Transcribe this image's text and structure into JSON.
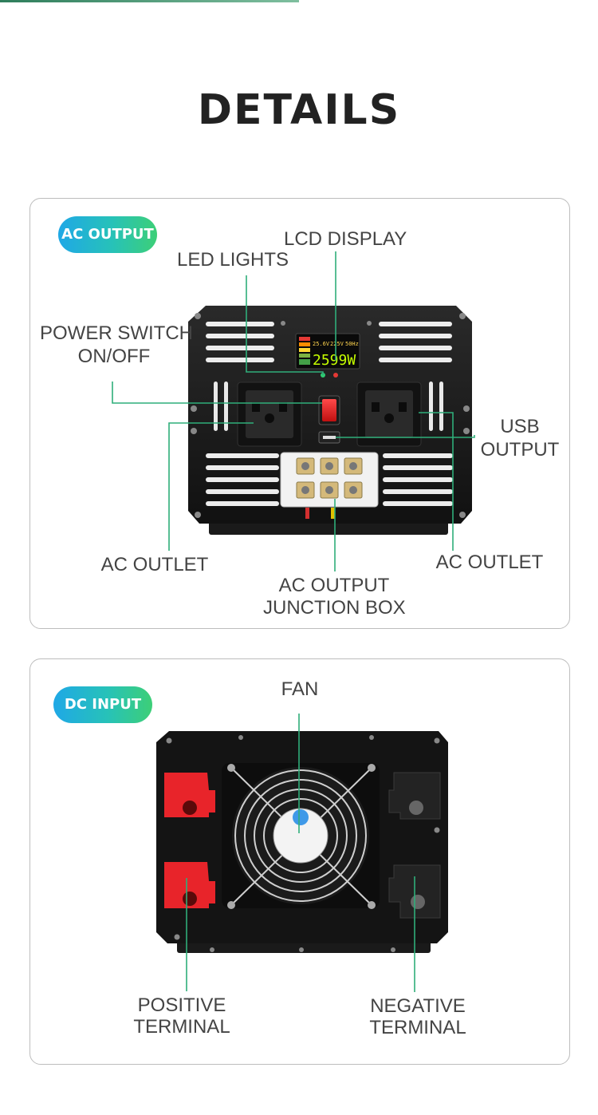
{
  "page": {
    "title": "DETAILS",
    "accent_line_color": "#2e7d5b",
    "callout_line_color": "#2fae7a"
  },
  "ac_section": {
    "badge": "AC OUTPUT",
    "display_readout": {
      "voltage_in": "25.6V",
      "voltage_out": "225V",
      "frequency": "50Hz",
      "power": "2599W"
    },
    "labels": {
      "lcd_display": "LCD DISPLAY",
      "led_lights": "LED LIGHTS",
      "power_switch_line1": "POWER SWITCH",
      "power_switch_line2": "ON/OFF",
      "usb_output_line1": "USB",
      "usb_output_line2": "OUTPUT",
      "ac_outlet_left": "AC OUTLET",
      "ac_outlet_right": "AC OUTLET",
      "junction_box_line1": "AC OUTPUT",
      "junction_box_line2": "JUNCTION BOX"
    }
  },
  "dc_section": {
    "badge": "DC INPUT",
    "labels": {
      "fan": "FAN",
      "positive_line1": "POSITIVE",
      "positive_line2": "TERMINAL",
      "negative_line1": "NEGATIVE",
      "negative_line2": "TERMINAL"
    }
  }
}
